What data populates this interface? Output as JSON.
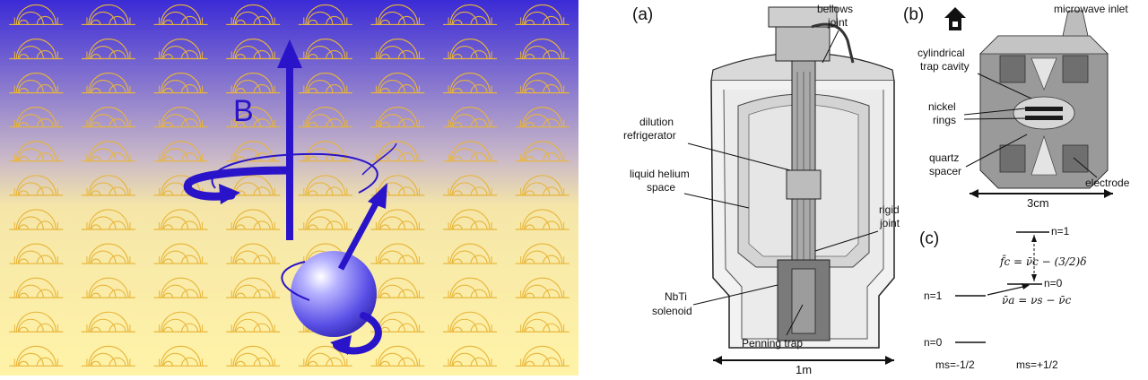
{
  "left_illustration": {
    "field_label": "B",
    "colors": {
      "background_top": "#3b2bd6",
      "background_bottom": "#fff3a8",
      "arcs": "#e8b53a",
      "arrow": "#2a14c9",
      "sphere": "#6b63f0"
    }
  },
  "panel_a": {
    "letter": "(a)",
    "labels": {
      "bellows_1": "bellows",
      "bellows_2": "joint",
      "dilution_1": "dilution",
      "dilution_2": "refrigerator",
      "helium_1": "liquid helium",
      "helium_2": "space",
      "rigid_1": "rigid",
      "rigid_2": "joint",
      "nbti_1": "NbTi",
      "nbti_2": "solenoid",
      "penning": "Penning trap"
    },
    "scale": "1m"
  },
  "panel_b": {
    "letter": "(b)",
    "labels": {
      "microwave": "microwave inlet",
      "cavity_1": "cylindrical",
      "cavity_2": "trap cavity",
      "nickel_1": "nickel",
      "nickel_2": "rings",
      "quartz_1": "quartz",
      "quartz_2": "spacer",
      "electrode": "electrode"
    },
    "scale": "3cm"
  },
  "panel_c": {
    "letter": "(c)",
    "levels": {
      "right_upper": "n=1",
      "right_lower": "n=0",
      "left_upper": "n=1",
      "left_lower": "n=0"
    },
    "formulas": {
      "cyclotron": "f̄c = ν̄c − (3/2)δ",
      "anomaly": "ν̄a = νs − ν̄c"
    },
    "spin_left": "ms=-1/2",
    "spin_right": "ms=+1/2"
  }
}
